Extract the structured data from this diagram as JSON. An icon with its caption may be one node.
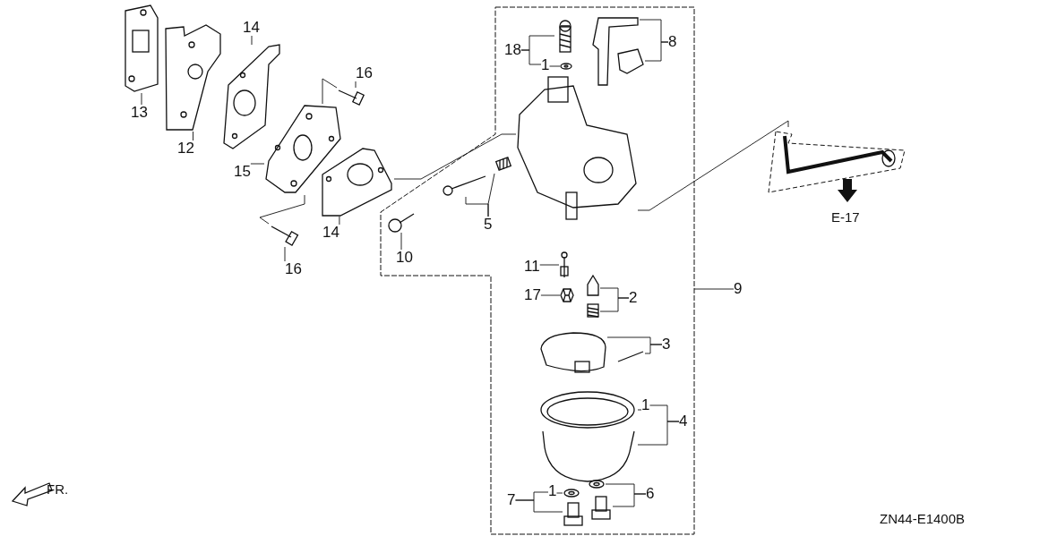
{
  "diagram": {
    "nodes": [
      {
        "text": [
          "13"
        ]
      },
      {
        "text": [
          "12"
        ]
      },
      {
        "text": [
          "14"
        ]
      },
      {
        "text": [
          "16"
        ]
      },
      {
        "text": [
          "15"
        ]
      },
      {
        "text": [
          "14"
        ]
      },
      {
        "text": [
          "16"
        ]
      },
      {
        "text": [],
        "shape": "box"
      },
      {
        "text": [
          "18"
        ],
        "in": 7
      },
      {
        "text": [
          "1"
        ],
        "in": 7
      },
      {
        "text": [
          "8"
        ],
        "in": 7
      },
      {
        "text": [
          "5"
        ],
        "in": 7
      },
      {
        "text": [
          "10"
        ],
        "in": 7
      },
      {
        "text": [
          "11"
        ],
        "in": 7
      },
      {
        "text": [
          "17"
        ],
        "in": 7
      },
      {
        "text": [
          "2"
        ],
        "in": 7
      },
      {
        "text": [
          "9"
        ]
      },
      {
        "text": [
          "3"
        ],
        "in": 7
      },
      {
        "text": [
          "1"
        ],
        "in": 7
      },
      {
        "text": [
          "4"
        ],
        "in": 7
      },
      {
        "text": [
          "1"
        ],
        "in": 7
      },
      {
        "text": [
          "7"
        ],
        "in": 7
      },
      {
        "text": [
          "6"
        ],
        "in": 7
      },
      {
        "text": [],
        "shape": "picture"
      },
      {
        "text": [],
        "shape": "picture"
      },
      {
        "text": [],
        "shape": "picture"
      },
      {
        "text": [],
        "shape": "picture"
      },
      {
        "text": [],
        "shape": "picture"
      },
      {
        "text": [],
        "shape": "picture"
      },
      {
        "text": [],
        "shape": "picture"
      },
      {
        "text": [],
        "shape": "picture",
        "in": 7
      },
      {
        "text": [],
        "shape": "picture",
        "in": 7
      },
      {
        "text": [],
        "shape": "picture",
        "in": 7
      },
      {
        "text": [],
        "shape": "picture",
        "in": 7
      },
      {
        "text": [],
        "shape": "picture",
        "in": 7
      },
      {
        "text": [],
        "shape": "picture",
        "in": 7
      },
      {
        "text": [],
        "shape": "picture",
        "in": 7
      },
      {
        "text": [],
        "shape": "picture",
        "in": 7
      },
      {
        "text": [],
        "shape": "picture",
        "in": 7
      },
      {
        "text": [],
        "shape": "picture",
        "in": 7
      },
      {
        "text": [],
        "shape": "picture",
        "in": 7
      },
      {
        "text": [],
        "shape": "picture",
        "in": 7
      },
      {
        "text": [],
        "shape": "picture",
        "in": 7
      },
      {
        "text": [],
        "shape": "picture",
        "in": 7
      },
      {
        "text": [],
        "shape": "picture",
        "in": 7
      },
      {
        "text": [],
        "shape": "picture",
        "in": 7
      },
      {
        "text": [],
        "shape": "picture",
        "in": 7
      },
      {
        "text": [],
        "shape": "picture",
        "in": 7
      },
      {
        "text": [],
        "shape": "picture",
        "in": 7
      },
      {
        "text": [],
        "shape": "picture",
        "in": 7
      },
      {
        "text": [],
        "shape": "picture"
      }
    ],
    "edges": [
      {
        "from": 0,
        "to": 23,
        "arrow": "none"
      },
      {
        "from": 1,
        "to": 24,
        "arrow": "none"
      },
      {
        "from": 2,
        "to": 25,
        "arrow": "none"
      },
      {
        "from": 3,
        "to": 26,
        "arrow": "none"
      },
      {
        "from": 4,
        "to": 27,
        "arrow": "none"
      },
      {
        "from": 5,
        "to": 28,
        "arrow": "none"
      },
      {
        "from": 6,
        "to": 29,
        "arrow": "none"
      },
      {
        "from": 8,
        "to": 34,
        "arrow": "none"
      },
      {
        "from": 8,
        "to": 9,
        "arrow": "none"
      },
      {
        "from": 9,
        "to": 35,
        "arrow": "none"
      },
      {
        "from": 10,
        "to": 36,
        "arrow": "none"
      },
      {
        "from": 10,
        "to": 37,
        "arrow": "none"
      },
      {
        "from": 11,
        "to": 32,
        "arrow": "none"
      },
      {
        "from": 11,
        "to": 31,
        "arrow": "none"
      },
      {
        "from": 12,
        "to": 30,
        "arrow": "none"
      },
      {
        "from": 13,
        "to": 38,
        "arrow": "none"
      },
      {
        "from": 14,
        "to": 39,
        "arrow": "none"
      },
      {
        "from": 15,
        "to": 40,
        "arrow": "none"
      },
      {
        "from": 15,
        "to": 41,
        "arrow": "none"
      },
      {
        "from": 16,
        "to": 7,
        "arrow": "none"
      },
      {
        "from": 17,
        "to": 42,
        "arrow": "none"
      },
      {
        "from": 17,
        "to": 43,
        "arrow": "none"
      },
      {
        "from": 18,
        "to": 44,
        "arrow": "none"
      },
      {
        "from": 19,
        "to": 18,
        "arrow": "none"
      },
      {
        "from": 19,
        "to": 45,
        "arrow": "none"
      },
      {
        "from": 20,
        "to": 46,
        "arrow": "none"
      },
      {
        "from": 21,
        "to": 20,
        "arrow": "none"
      },
      {
        "from": 21,
        "to": 47,
        "arrow": "none"
      },
      {
        "from": 22,
        "to": 48,
        "arrow": "none"
      },
      {
        "from": 22,
        "to": 49,
        "arrow": "none"
      },
      {
        "from": 26,
        "to": 27,
        "arrow": "none"
      },
      {
        "from": 27,
        "to": 29,
        "arrow": "none"
      },
      {
        "from": 28,
        "to": 33,
        "arrow": "none"
      },
      {
        "from": 33,
        "to": 50,
        "arrow": "none"
      }
    ],
    "labels": [
      "E-17",
      "FR.",
      "ZN44-E1400B"
    ]
  }
}
